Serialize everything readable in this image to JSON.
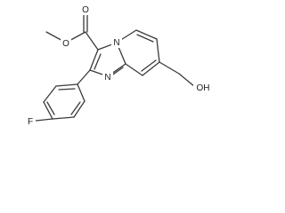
{
  "molecule": {
    "atoms": {
      "carbonyl_oxygen": "O",
      "ester_oxygen": "O",
      "bridgehead_nitrogen": "N",
      "imine_nitrogen": "N",
      "fluorine": "F",
      "hydroxyl": "OH"
    }
  }
}
